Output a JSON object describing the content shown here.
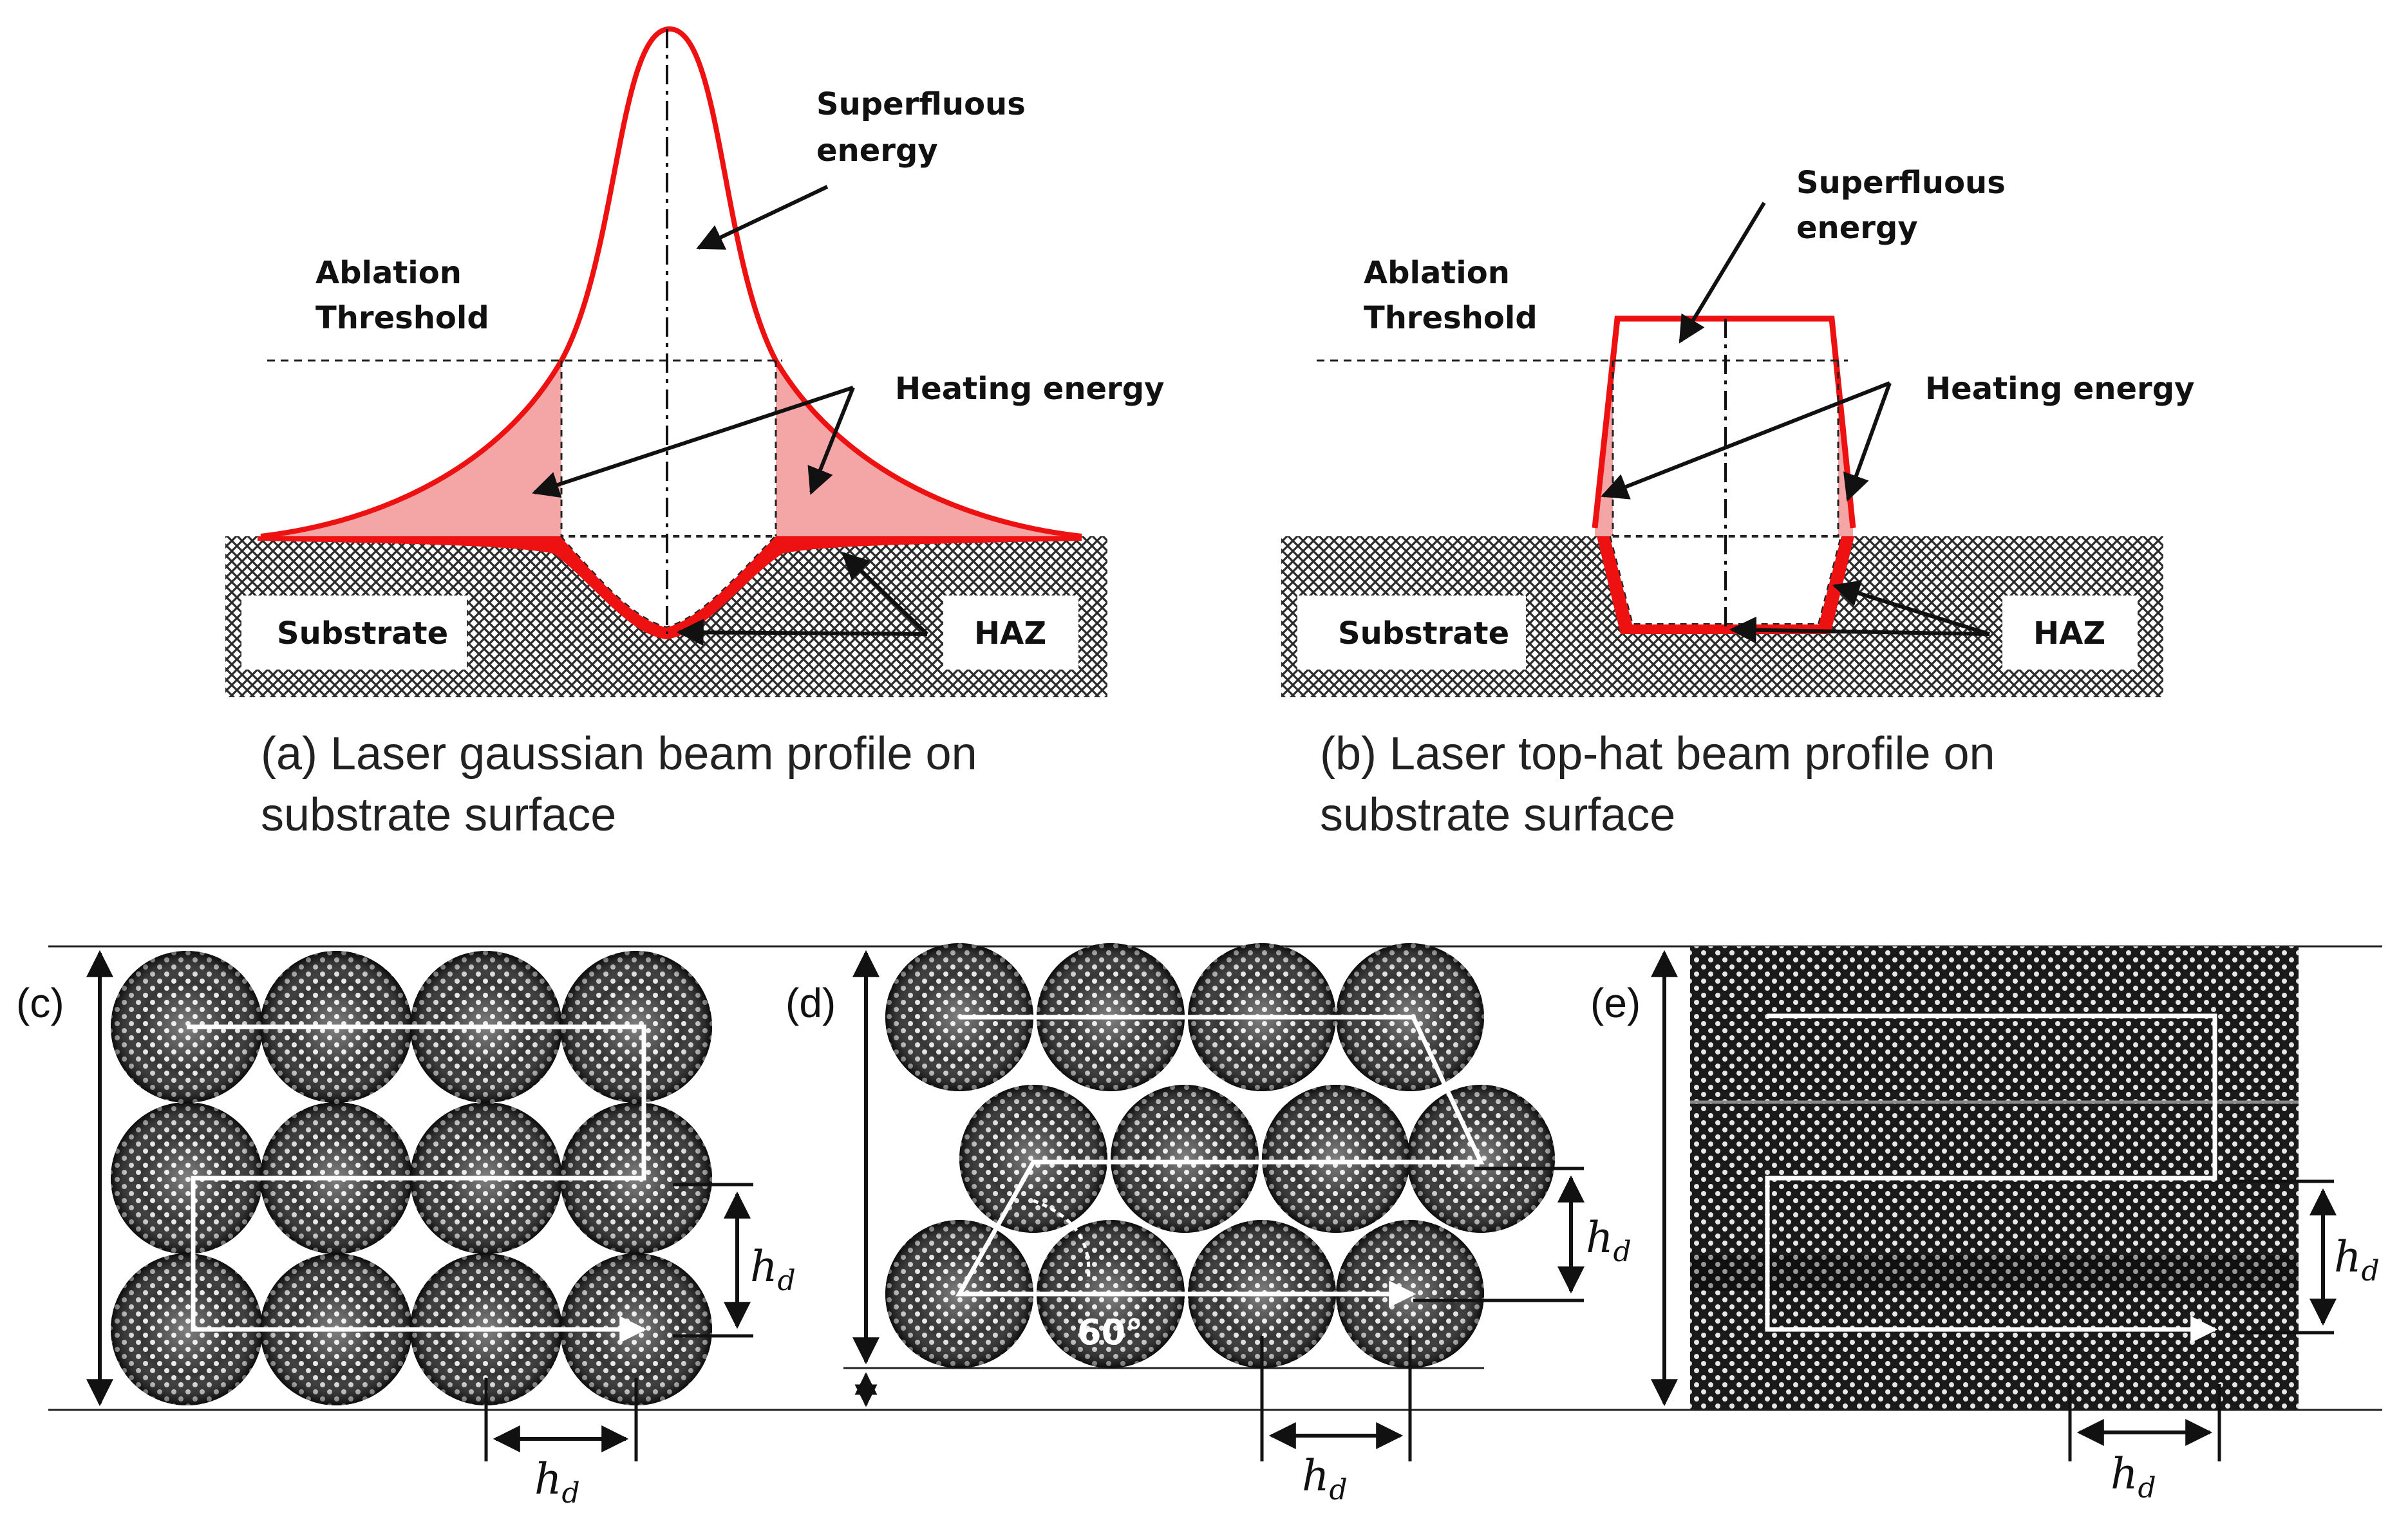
{
  "colors": {
    "beam": "#ee1111",
    "heating_fill": "#f4a5a5",
    "substrate_line": "#2a2a2a",
    "laser_spot": "#4a4a4a",
    "arrow": "#111111",
    "scan_path": "#ffffff"
  },
  "panel_a": {
    "caption_line1": "(a) Laser gaussian beam profile on",
    "caption_line2": "substrate surface",
    "ablation_line1": "Ablation",
    "ablation_line2": "Threshold",
    "superfluous_line1": "Superfluous",
    "superfluous_line2": "energy",
    "heating": "Heating energy",
    "substrate": "Substrate",
    "haz": "HAZ"
  },
  "panel_b": {
    "caption_line1": "(b) Laser top-hat beam profile on",
    "caption_line2": "substrate surface",
    "ablation_line1": "Ablation",
    "ablation_line2": "Threshold",
    "superfluous_line1": "Superfluous",
    "superfluous_line2": "energy",
    "heating": "Heating energy",
    "substrate": "Substrate",
    "haz": "HAZ"
  },
  "panel_c": {
    "label": "(c)",
    "hd_var": "h",
    "hd_sub": "d"
  },
  "panel_d": {
    "label": "(d)",
    "hd_var": "h",
    "hd_sub": "d",
    "angle": "60°"
  },
  "panel_e": {
    "label": "(e)",
    "hd_var": "h",
    "hd_sub": "d"
  }
}
